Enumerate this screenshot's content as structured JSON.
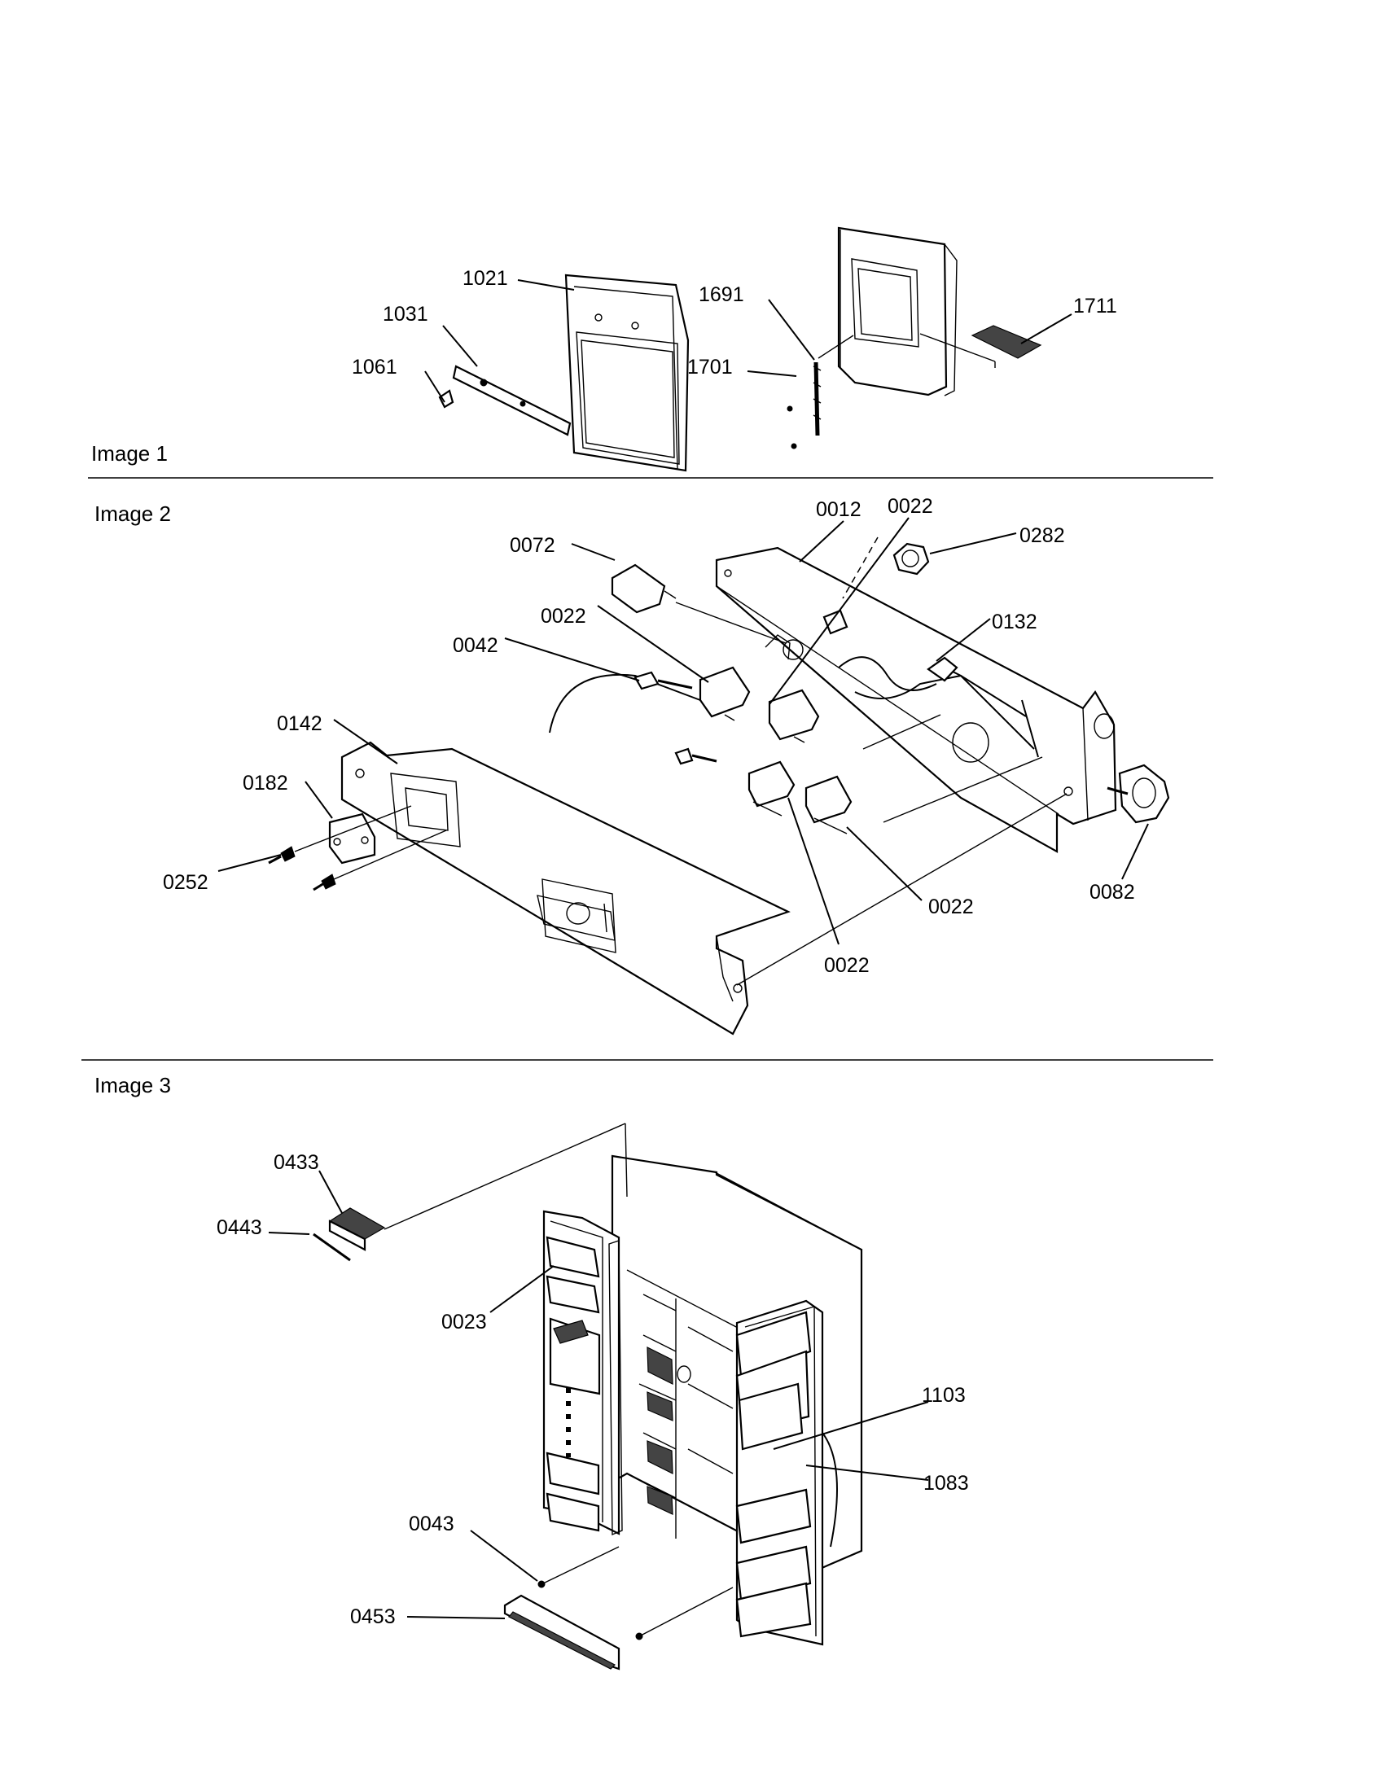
{
  "sections": [
    {
      "title": "Image 1"
    },
    {
      "title": "Image 2"
    },
    {
      "title": "Image 3"
    }
  ],
  "callouts": {
    "image1": [
      "1021",
      "1031",
      "1061",
      "1691",
      "1701",
      "1711"
    ],
    "image2": [
      "0012",
      "0022",
      "0282",
      "0072",
      "0022",
      "0132",
      "0042",
      "0142",
      "0182",
      "0252",
      "0082",
      "0022",
      "0022"
    ],
    "image3": [
      "0433",
      "0443",
      "0023",
      "1103",
      "1083",
      "0043",
      "0453"
    ]
  }
}
